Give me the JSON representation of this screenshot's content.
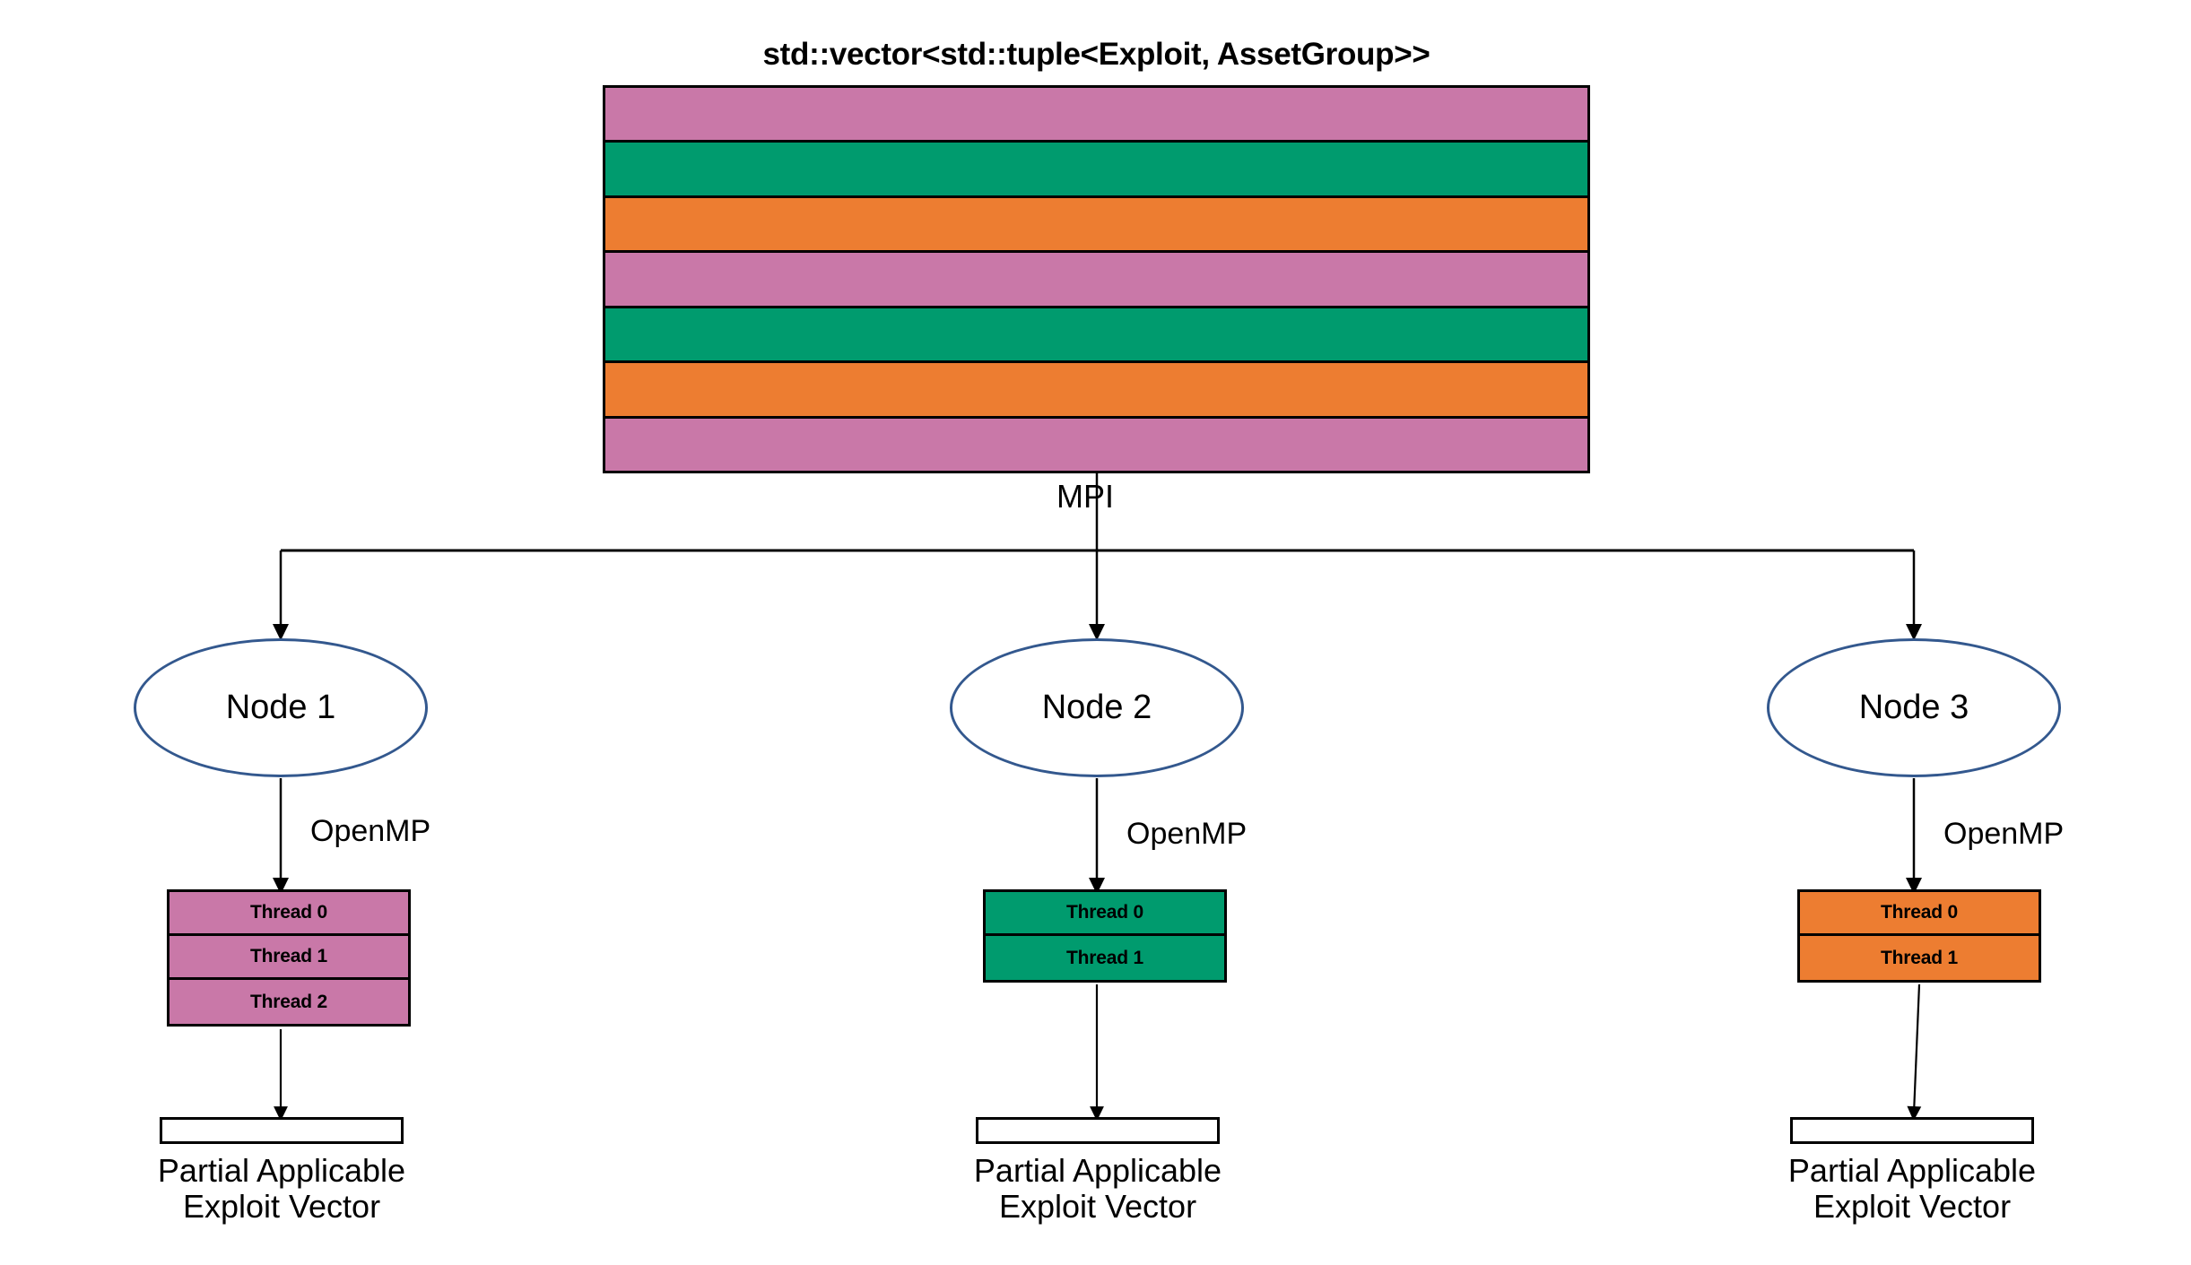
{
  "diagram": {
    "title": "std::vector<std::tuple<Exploit, AssetGroup>>",
    "mpi_label": "MPI",
    "vector_rows": [
      {
        "index": 0,
        "color": "#C978A8"
      },
      {
        "index": 1,
        "color": "#009B6E"
      },
      {
        "index": 2,
        "color": "#ED7D31"
      },
      {
        "index": 3,
        "color": "#C978A8"
      },
      {
        "index": 4,
        "color": "#009B6E"
      },
      {
        "index": 5,
        "color": "#ED7D31"
      },
      {
        "index": 6,
        "color": "#C978A8"
      }
    ],
    "palette": {
      "pink": "#C978A8",
      "green": "#009B6E",
      "orange": "#ED7D31",
      "ellipse_stroke": "#33588E",
      "line": "#000000",
      "background": "#FFFFFF"
    },
    "nodes": [
      {
        "id": "node-1",
        "label": "Node 1",
        "openmp_label": "OpenMP",
        "thread_color": "#C978A8",
        "threads": [
          "Thread 0",
          "Thread 1",
          "Thread 2"
        ],
        "result_caption_line1": "Partial Applicable",
        "result_caption_line2": "Exploit Vector"
      },
      {
        "id": "node-2",
        "label": "Node 2",
        "openmp_label": "OpenMP",
        "thread_color": "#009B6E",
        "threads": [
          "Thread 0",
          "Thread 1"
        ],
        "result_caption_line1": "Partial Applicable",
        "result_caption_line2": "Exploit Vector"
      },
      {
        "id": "node-3",
        "label": "Node 3",
        "openmp_label": "OpenMP",
        "thread_color": "#ED7D31",
        "threads": [
          "Thread 0",
          "Thread 1"
        ],
        "result_caption_line1": "Partial Applicable",
        "result_caption_line2": "Exploit Vector"
      }
    ]
  }
}
